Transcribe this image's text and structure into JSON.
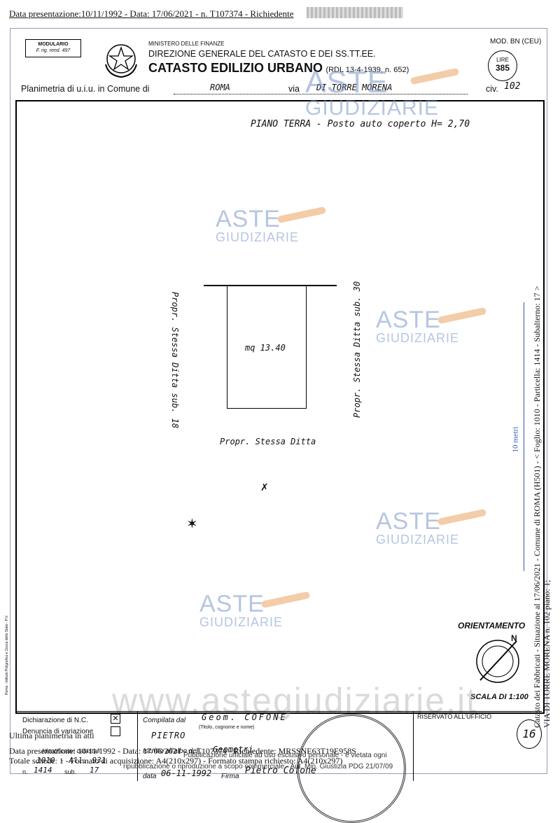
{
  "top_line": "Data presentazione:10/11/1992 - Data: 17/06/2021 - n. T107374 - Richiedente",
  "header": {
    "modulario": "MODULARIO",
    "modulario_sub": "F. rig. rend. 497",
    "ministry": "MINISTERO DELLE FINANZE",
    "direction": "DIREZIONE GENERALE DEL CATASTO E DEI SS.TT.EE.",
    "catasto": "CATASTO EDILIZIO URBANO",
    "rdl": "(RDL 13-4-1939, n. 652)",
    "mod": "MOD. BN (CEU)",
    "lire_label": "LIRE",
    "lire_value": "385"
  },
  "planimetria": {
    "label": "Planimetria di u.i.u. in Comune di",
    "comune": "ROMA",
    "via_label": "via",
    "via_value": "DI TORRE MORENA",
    "civ_label": "civ.",
    "civ_value": "102"
  },
  "drawing": {
    "piano": "PIANO TERRA - Posto auto coperto H= 2,70",
    "area": "mq 13.40",
    "left_prop": "Propr. Stessa Ditta sub. 18",
    "right_prop": "Propr. Stessa Ditta sub. 30",
    "bottom_prop": "Propr. Stessa Ditta",
    "orientamento": "ORIENTAMENTO",
    "north": "N",
    "scala": "SCALA DI 1:100",
    "side_stamp": "Roma - Istituto Poligrafico e Zecca dello Stato - P.V."
  },
  "right_margin": {
    "line1": "Catasto dei Fabbricati - Situazione al 17/06/2021 - Comune di ROMA (H501) - < Foglio: 1010 - Particella: 1414 - Subalterno: 17 >",
    "line2": "VIA DI TORRE MORENA n. 102 piano: T;",
    "scale": "10 metri"
  },
  "watermarks": {
    "aste": "ASTE",
    "giudiziarie": "GIUDIZIARIE",
    "url": "www.astegiudiziarie.it"
  },
  "footer": {
    "dichiarazione": "Dichiarazione di N.C.",
    "denuncia": "Denuncia di variazione",
    "identificativi": "Identificativi catastali",
    "n_label": "n.",
    "n_value": "1414",
    "sub_label": "sub.",
    "sub_value": "17",
    "foglio_value": "1010 - All. 931",
    "compilata": "Compilata dal",
    "compilata_value": "Geom. COFONE",
    "titolo": "(Titolo, cognome e nome)",
    "nome": "PIETRO",
    "iscritto": "Iscritto all'albo dei",
    "iscritto_value": "Geometri",
    "data_label": "data",
    "data_value": "06-11-1992",
    "firma_label": "Firma",
    "firma_value": "Pietro Cofone",
    "riservato": "RISERVATO ALL'UFFICIO",
    "number": "16",
    "overlay1": "Ultima planimetria in atti",
    "overlay2": "Data presentazione: 10/11/1992 - Data: 17/06/2021 - n. T107374 - Richiedente: MRSSNE63T19E958S",
    "overlay3": "Totale schede: 1 - Formato di acquisizione: A4(210x297) - Formato stampa richiesto: A4(210x297)",
    "ripub1": "Pubblicazione ufficiale ad uso esclusivo personale - è vietata ogni",
    "ripub2": "ripubblicazione o riproduzione a scopo commerciale - Aut. Min. Giustizia PDG 21/07/09"
  }
}
